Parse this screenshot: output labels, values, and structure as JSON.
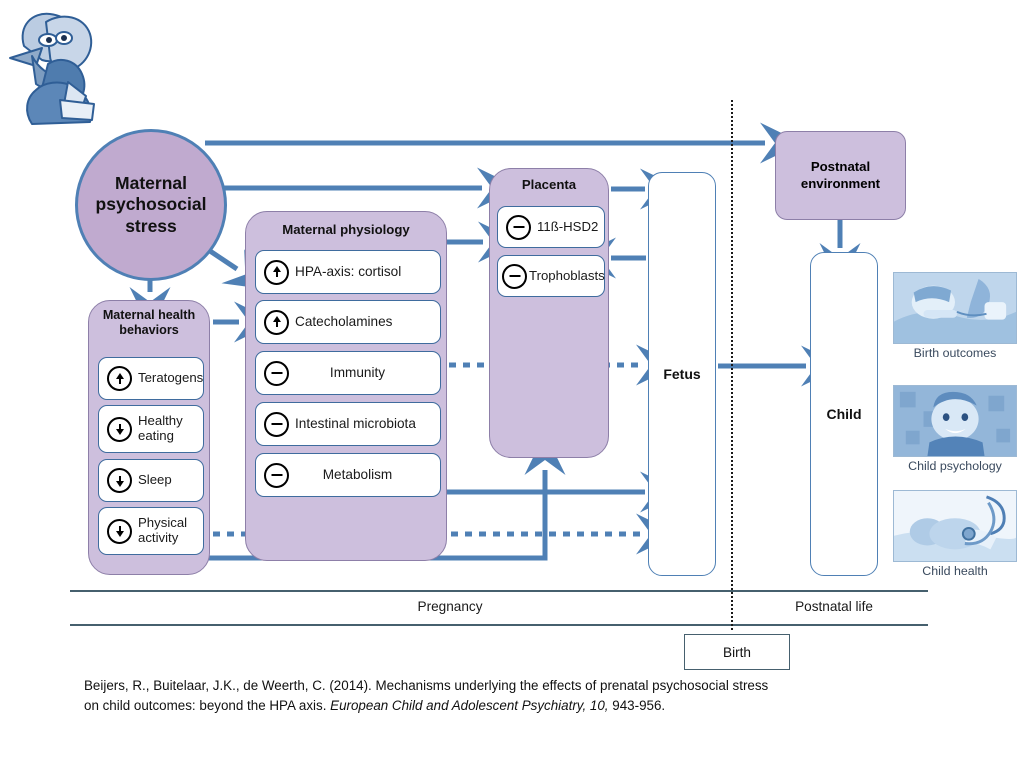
{
  "figure": {
    "title": "Mechanisms underlying the effects of prenatal psychosocial stress on child outcomes",
    "colors": {
      "purple_fill": "#CDBFDD",
      "circle_fill": "#C0AACF",
      "arrow_blue": "#4F80B5",
      "box_border_blue": "#3F6C9E",
      "timeline_gray": "#46606E",
      "thumb_tint": "#2E6AAE"
    }
  },
  "mascot": {
    "name": "stork-mascot",
    "alt": "blue cartoon stork"
  },
  "nodes": {
    "maternal_stress": {
      "label": "Maternal psychosocial stress"
    },
    "maternal_health_behaviors": {
      "title": "Maternal health behaviors",
      "items": [
        {
          "symbol": "up",
          "label": "Teratogens"
        },
        {
          "symbol": "down",
          "label": "Healthy eating"
        },
        {
          "symbol": "down",
          "label": "Sleep"
        },
        {
          "symbol": "down",
          "label": "Physical activity"
        }
      ]
    },
    "maternal_physiology": {
      "title": "Maternal physiology",
      "items": [
        {
          "symbol": "up",
          "label": "HPA-axis: cortisol"
        },
        {
          "symbol": "up",
          "label": "Catecholamines"
        },
        {
          "symbol": "minus",
          "label": "Immunity"
        },
        {
          "symbol": "minus",
          "label": "Intestinal microbiota"
        },
        {
          "symbol": "minus",
          "label": "Metabolism"
        }
      ]
    },
    "placenta": {
      "title": "Placenta",
      "items": [
        {
          "symbol": "minus",
          "label": "11ß-HSD2"
        },
        {
          "symbol": "minus",
          "label": "Trophoblasts"
        }
      ]
    },
    "fetus": {
      "label": "Fetus"
    },
    "postnatal_environment": {
      "label": "Postnatal environment"
    },
    "child": {
      "label": "Child"
    }
  },
  "outcomes": [
    {
      "caption": "Birth outcomes",
      "image": "preterm-infant-incubator-photo"
    },
    {
      "caption": "Child psychology",
      "image": "smiling-toddler-photo"
    },
    {
      "caption": "Child health",
      "image": "infant-stethoscope-exam-photo"
    }
  ],
  "timeline": {
    "left_label": "Pregnancy",
    "right_label": "Postnatal life",
    "marker": "Birth"
  },
  "citation": {
    "line1_a": "Beijers, R., Buitelaar, J.K., de Weerth, C. (2014). Mechanisms underlying the effects of prenatal  psychosocial stress",
    "line2_a": "on child outcomes: beyond the HPA axis. ",
    "line2_journal": "European Child and Adolescent Psychiatry, 10,",
    "line2_b": " 943-956."
  }
}
